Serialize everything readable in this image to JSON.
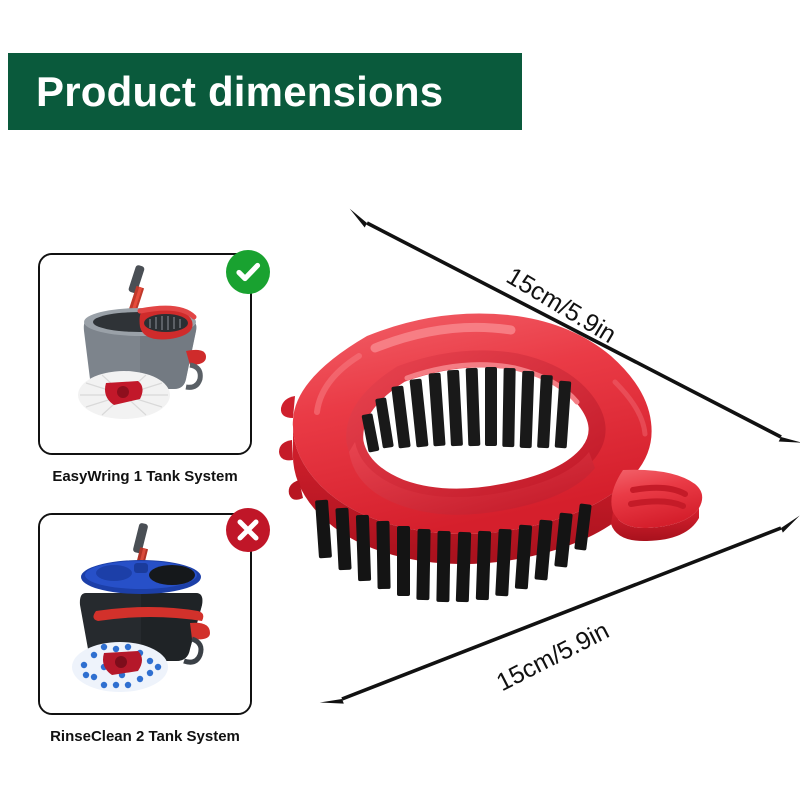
{
  "header": {
    "title": "Product dimensions",
    "banner_color": "#0a5a3c",
    "text_color": "#ffffff"
  },
  "comparison": {
    "cards": [
      {
        "id": "easywring",
        "caption": "EasyWring 1 Tank System",
        "badge": "check-badge",
        "badge_color": "#19a230",
        "photo_alt": "EasyWring spin mop with gray bucket and red wringer"
      },
      {
        "id": "rinseclean",
        "caption": "RinseClean 2 Tank System",
        "badge": "cross-badge",
        "badge_color": "#c01628",
        "photo_alt": "RinseClean two tank spin mop with blue and black bucket"
      }
    ]
  },
  "product": {
    "name": "triangular-scrub-brush",
    "body_color": "#e8313c",
    "bristle_color": "#1a1a1a",
    "description": "Red triangular scrub brush with black bristles and grip handle"
  },
  "dimensions": {
    "arrow_color": "#111111",
    "measurements": [
      {
        "id": "top",
        "label": "15cm/5.9in",
        "value_cm": 15,
        "value_in": 5.9
      },
      {
        "id": "bottom",
        "label": "15cm/5.9in",
        "value_cm": 15,
        "value_in": 5.9
      }
    ]
  }
}
